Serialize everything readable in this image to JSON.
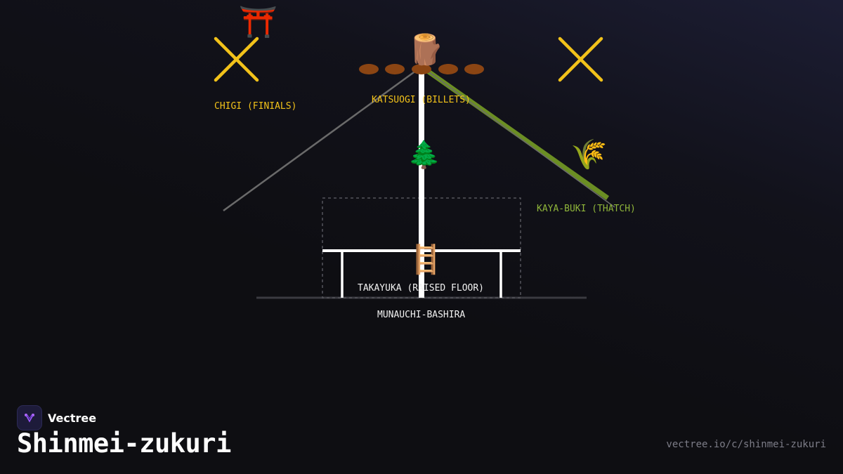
{
  "diagram": {
    "labels": {
      "chigi": "CHIGI (FINIALS)",
      "katsuogi": "KATSUOGI (BILLETS)",
      "kaya_buki": "KAYA-BUKI (THATCH)",
      "takayuka": "TAKAYUKA (RAISED FLOOR)",
      "munauchi": "MUNAUCHI-BASHIRA"
    },
    "icons": {
      "torii": "⛩️",
      "log": "🪵",
      "tree": "🌲",
      "rice": "🌾",
      "ladder": "🪜"
    },
    "colors": {
      "chigi": "#f2c21a",
      "katsuogi": "#8b4513",
      "thatch": "#6b8e23",
      "pillar": "#ffffff",
      "roof_line": "#6a6a6a"
    }
  },
  "footer": {
    "brand": "Vectree",
    "title": "Shinmei-zukuri",
    "url": "vectree.io/c/shinmei-zukuri"
  }
}
